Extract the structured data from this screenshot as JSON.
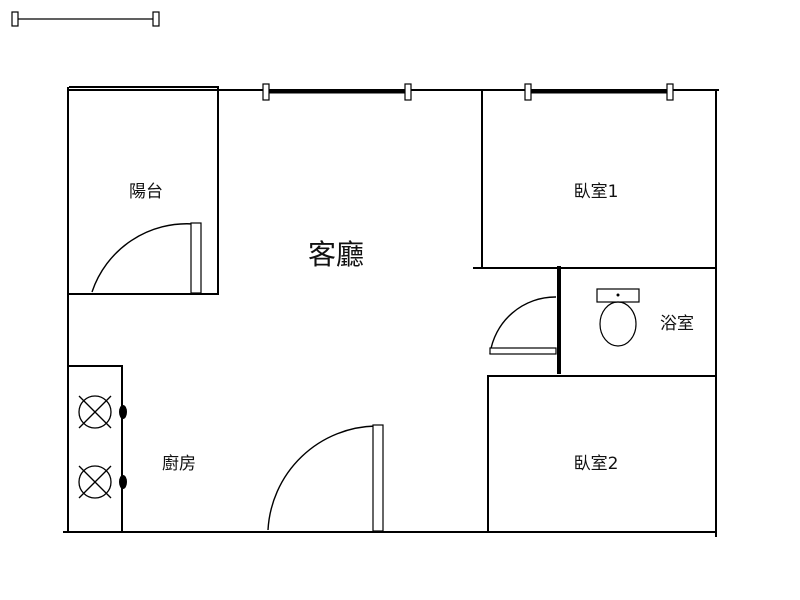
{
  "rooms": {
    "balcony": "陽台",
    "living": "客廳",
    "bedroom1": "臥室1",
    "bathroom": "浴室",
    "kitchen": "廚房",
    "bedroom2": "臥室2"
  }
}
